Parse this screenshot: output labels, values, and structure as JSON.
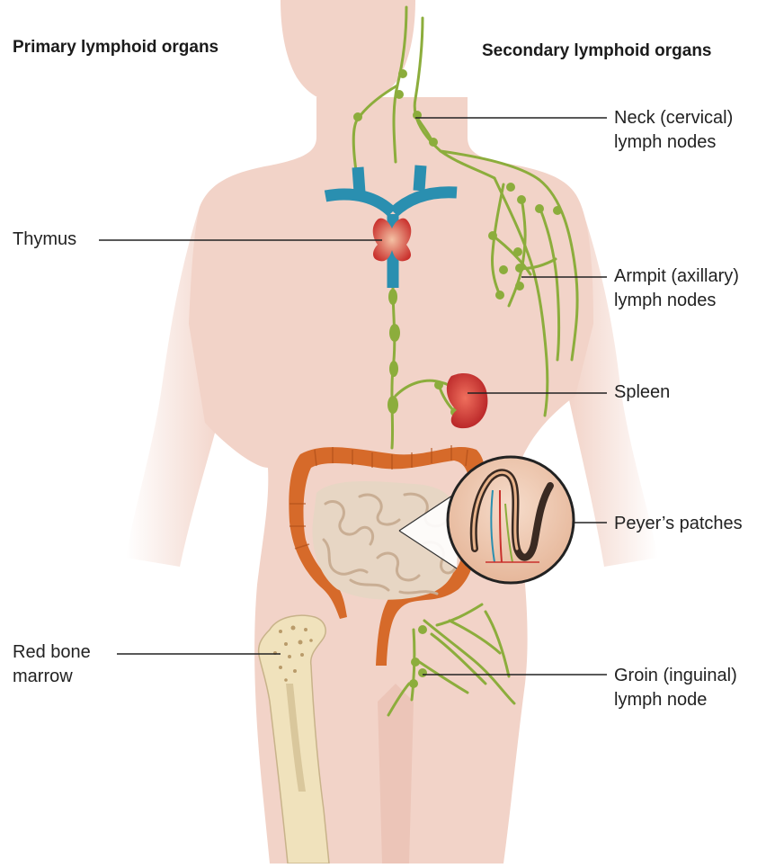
{
  "headings": {
    "primary": "Primary lymphoid organs",
    "secondary": "Secondary lymphoid organs"
  },
  "labels": {
    "neck": [
      "Neck (cervical)",
      "lymph nodes"
    ],
    "thymus": "Thymus",
    "armpit": [
      "Armpit (axillary)",
      "lymph nodes"
    ],
    "spleen": "Spleen",
    "peyers": "Peyer’s patches",
    "bone_marrow": [
      "Red bone",
      "marrow"
    ],
    "groin": [
      "Groin (inguinal)",
      "lymph node"
    ]
  },
  "colors": {
    "skin": "#f2d3c8",
    "lymph": "#8cad3c",
    "vessel_blue": "#2a8fb0",
    "thymus_red": "#c9302c",
    "spleen_red": "#c22326",
    "intestine_orange": "#d66a2a",
    "small_intestine": "#e7d6c4",
    "bone": "#f0e2bc"
  }
}
